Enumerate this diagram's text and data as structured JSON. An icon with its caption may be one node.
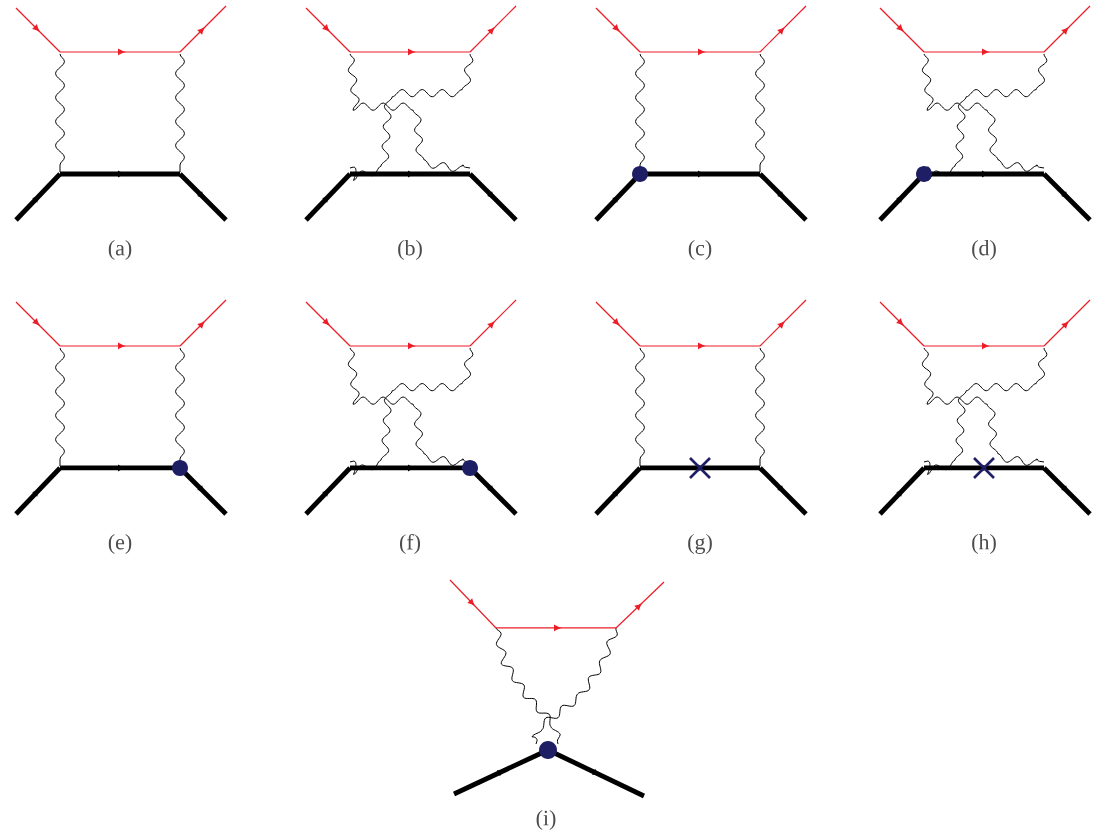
{
  "diagram": {
    "labels": [
      "(a)",
      "(b)",
      "(c)",
      "(d)",
      "(e)",
      "(f)",
      "(g)",
      "(h)",
      "(i)"
    ]
  }
}
